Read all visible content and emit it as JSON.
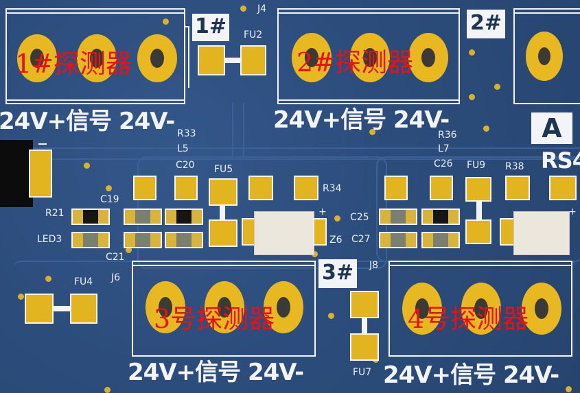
{
  "detectors": {
    "d1": {
      "name": "1#探测器",
      "pins": "24V+信号 24V-"
    },
    "d2": {
      "name": "2#探测器",
      "pins": "24V+信号 24V-"
    },
    "d3": {
      "name": "3号探测器",
      "pins": "24V+信号 24V-"
    },
    "d4": {
      "name": "4号探测器",
      "pins": "24V+信号 24V-"
    }
  },
  "tags": {
    "t1": "1#",
    "t2": "2#",
    "t3": "3#",
    "a": "A",
    "rs": "RS4"
  },
  "refs": {
    "J4": "J4",
    "FU2": "FU2",
    "R33": "R33",
    "L5": "L5",
    "C20": "C20",
    "FU5": "FU5",
    "R34": "R34",
    "R36": "R36",
    "L7": "L7",
    "C26": "C26",
    "FU9": "FU9",
    "R38": "R38",
    "C19": "C19",
    "R21": "R21",
    "LED3": "LED3",
    "C21": "C21",
    "Z6": "Z6",
    "C25": "C25",
    "C27": "C27",
    "J6": "J6",
    "FU4": "FU4",
    "J8": "J8",
    "FU7": "FU7"
  },
  "colors": {
    "board": "#2b4a78",
    "silk": "#f2f4f8",
    "pad": "#e2b41f",
    "overlay": "#e81212"
  }
}
